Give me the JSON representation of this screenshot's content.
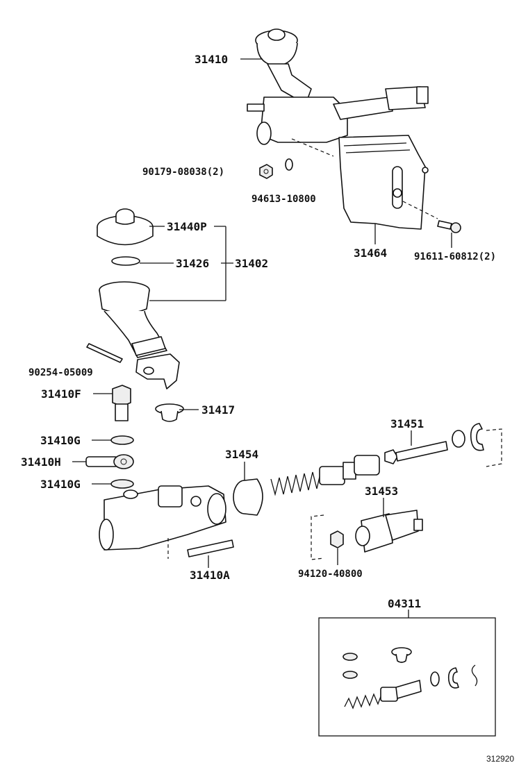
{
  "labels": {
    "l31410": "31410",
    "l90179": "90179-08038(2)",
    "l94613": "94613-10800",
    "l31464": "31464",
    "l91611": "91611-60812(2)",
    "l31440p": "31440P",
    "l31426": "31426",
    "l31402": "31402",
    "l90254": "90254-05009",
    "l31410f": "31410F",
    "l31417": "31417",
    "l31410g_a": "31410G",
    "l31410h": "31410H",
    "l31410g_b": "31410G",
    "l31454": "31454",
    "l31451": "31451",
    "l31453": "31453",
    "l94120": "94120-40800",
    "l31410a": "31410A",
    "l04311": "04311"
  },
  "figure_number": "312920"
}
